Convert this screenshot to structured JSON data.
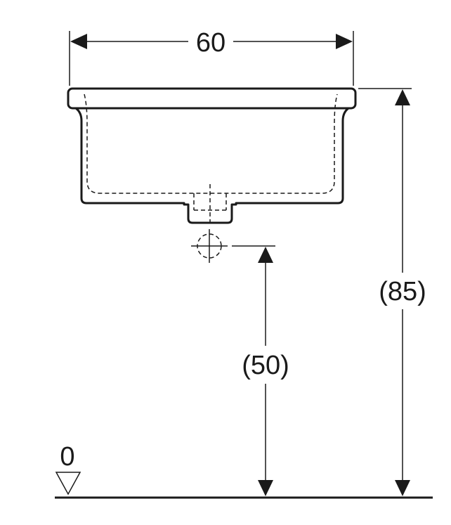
{
  "dimensions": {
    "width_label": "60",
    "total_height_label": "(85)",
    "drain_height_label": "(50)",
    "floor_label": "0"
  },
  "colors": {
    "line": "#1a1a1a",
    "background": "#ffffff"
  }
}
